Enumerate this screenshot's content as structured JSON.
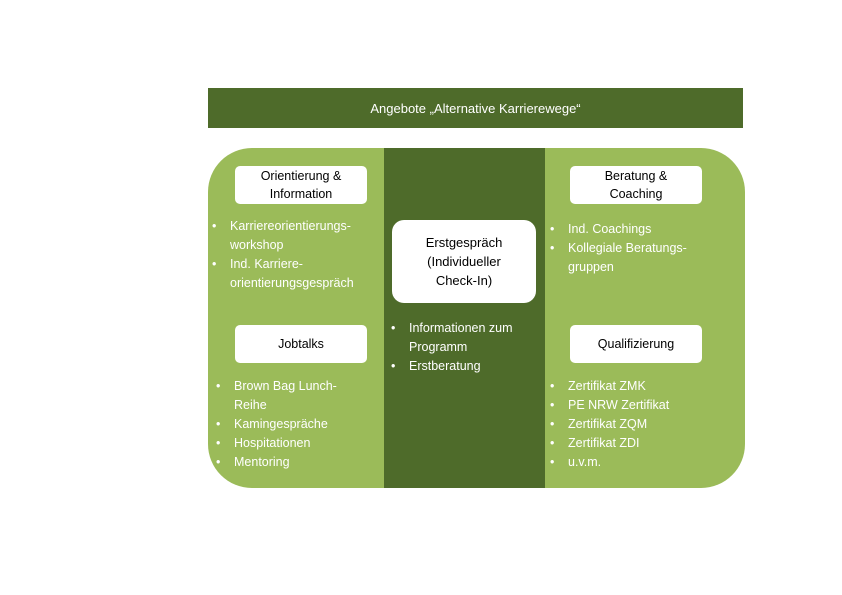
{
  "header": {
    "title": "Angebote „Alternative Karrierewege“"
  },
  "boxes": {
    "orientierung": [
      "Orientierung &",
      "Information"
    ],
    "beratung": [
      "Beratung &",
      "Coaching"
    ],
    "jobtalks": [
      "Jobtalks"
    ],
    "qualifizierung": [
      "Qualifizierung"
    ],
    "erstgespraech": [
      "Erstgespräch",
      "(Individueller",
      "Check-In)"
    ]
  },
  "lists": {
    "orientierung": [
      [
        "Karriereorientierungs-",
        "workshop"
      ],
      [
        "Ind. Karriere-",
        "orientierungsgespräch"
      ]
    ],
    "beratung": [
      [
        "Ind. Coachings"
      ],
      [
        "Kollegiale Beratungs-",
        "gruppen"
      ]
    ],
    "jobtalks": [
      [
        "Brown Bag Lunch-",
        "Reihe"
      ],
      [
        "Kamingespräche"
      ],
      [
        "Hospitationen"
      ],
      [
        "Mentoring"
      ]
    ],
    "qualifizierung": [
      [
        "Zertifikat ZMK"
      ],
      [
        "PE NRW Zertifikat"
      ],
      [
        "Zertifikat ZQM"
      ],
      [
        "Zertifikat ZDI"
      ],
      [
        "u.v.m."
      ]
    ],
    "erstgespraech": [
      [
        "Informationen zum",
        "Programm"
      ],
      [
        "Erstberatung"
      ]
    ]
  },
  "colors": {
    "dark_green": "#4e6b2a",
    "light_green": "#9bbb59",
    "box": "#ffffff",
    "text_on_green": "#ffffff"
  }
}
